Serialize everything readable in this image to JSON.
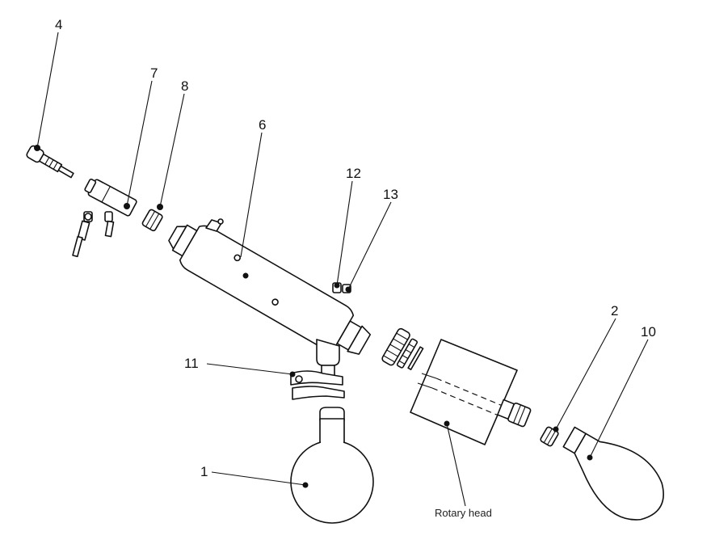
{
  "callouts": {
    "c1": "1",
    "c2": "2",
    "c4": "4",
    "c6": "6",
    "c7": "7",
    "c8": "8",
    "c10": "10",
    "c11": "11",
    "c12": "12",
    "c13": "13"
  },
  "labels": {
    "rotary_head": "Rotary head"
  },
  "colors": {
    "line": "#111111",
    "background": "#ffffff"
  }
}
